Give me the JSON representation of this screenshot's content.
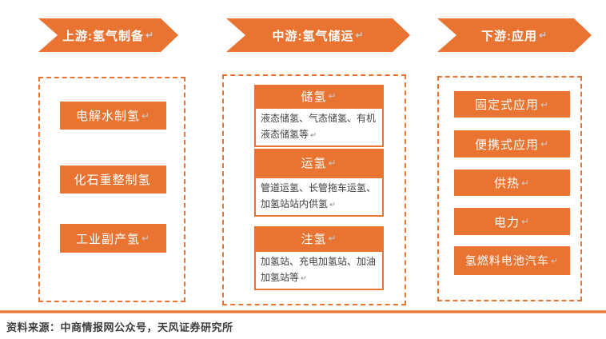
{
  "page": {
    "accent_color": "#E97432",
    "source_note": "资料来源：中商情报网公众号，天风证券研究所"
  },
  "columns": [
    {
      "id": "upstream",
      "arrow_label": "上游:氢气制备",
      "arrow_mark": "↵",
      "boxes": [
        {
          "label": "电解水制氢",
          "mark": "↵"
        },
        {
          "label": "化石重整制氢",
          "mark": ""
        },
        {
          "label": "工业副产氢",
          "mark": "↵"
        }
      ]
    },
    {
      "id": "midstream",
      "arrow_label": "中游:氢气储运",
      "arrow_mark": "↵",
      "groups": [
        {
          "header": "储氢",
          "header_mark": "↵",
          "body": "液态储氢、气态储氢、有机液态储氢等",
          "body_mark": "↵"
        },
        {
          "header": "运氢",
          "header_mark": "↵",
          "body": "管道运氢、长管拖车运氢、加氢站站内供氢",
          "body_mark": "↵"
        },
        {
          "header": "注氢",
          "header_mark": "↵",
          "body": "加氢站、充电加氢站、加油加氢站等",
          "body_mark": "↵"
        }
      ]
    },
    {
      "id": "downstream",
      "arrow_label": "下游:应用",
      "arrow_mark": "↵",
      "boxes": [
        {
          "label": "固定式应用",
          "mark": "↵"
        },
        {
          "label": "便携式应用",
          "mark": "↵"
        },
        {
          "label": "供热",
          "mark": "↵"
        },
        {
          "label": "电力",
          "mark": "↵"
        },
        {
          "label": "氢燃料电池汽车",
          "mark": "↵"
        }
      ]
    }
  ]
}
